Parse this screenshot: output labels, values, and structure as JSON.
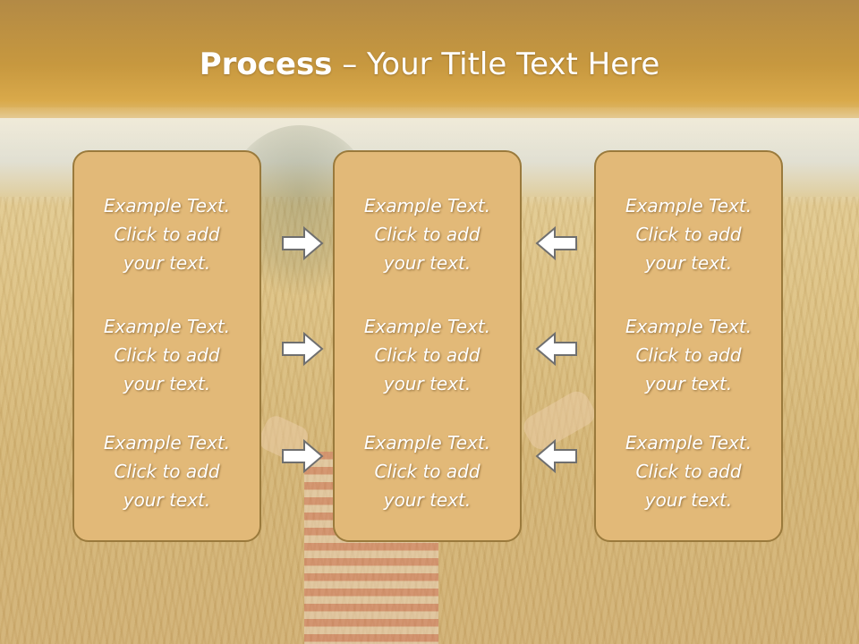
{
  "slide": {
    "title_bold": "Process",
    "title_rest": " – Your Title Text Here"
  },
  "columns": [
    {
      "items": [
        "Example Text.\nClick  to add\nyour text.",
        "Example Text.\nClick  to add\nyour text.",
        "Example Text.\nClick  to add\nyour text."
      ]
    },
    {
      "items": [
        "Example Text.\nClick  to add\nyour text.",
        "Example Text.\nClick  to add\nyour text.",
        "Example Text.\nClick  to add\nyour text."
      ]
    },
    {
      "items": [
        "Example Text.\nClick  to add\nyour text.",
        "Example Text.\nClick  to add\nyour text.",
        "Example Text.\nClick  to add\nyour text."
      ]
    }
  ],
  "arrows": {
    "left_group": "arrow-right-icon",
    "right_group": "arrow-left-icon"
  },
  "colors": {
    "box_fill": "#e2b978",
    "box_border": "#9a7a3c",
    "title_band": "#c7983f"
  }
}
